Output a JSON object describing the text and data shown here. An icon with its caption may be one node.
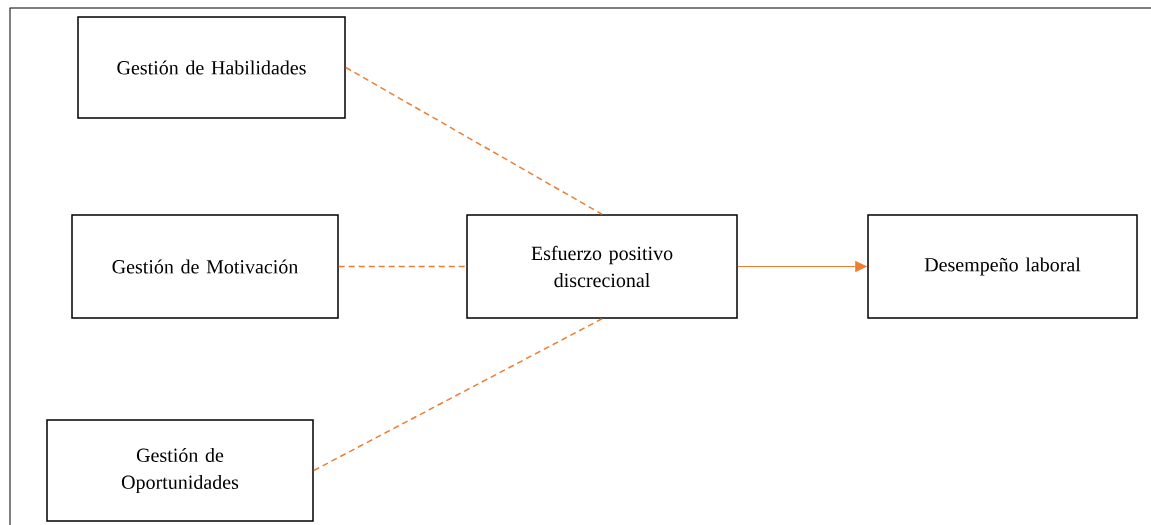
{
  "diagram": {
    "nodes": [
      {
        "text": [
          "Gestión de Habilidades"
        ]
      },
      {
        "text": [
          "Gestión de Motivación"
        ]
      },
      {
        "text": [
          "Gestión de Oportunidades"
        ]
      },
      {
        "text": [
          "Esfuerzo positivo discrecional"
        ]
      },
      {
        "text": [
          "Desempeño laboral"
        ]
      }
    ],
    "edges": [
      {
        "from": 0,
        "to": 3,
        "arrow": "none",
        "style": "dashed"
      },
      {
        "from": 1,
        "to": 3,
        "arrow": "none",
        "style": "dashed"
      },
      {
        "from": 2,
        "to": 3,
        "arrow": "none",
        "style": "dashed"
      },
      {
        "from": 3,
        "to": 4,
        "arrow": "to"
      }
    ]
  }
}
